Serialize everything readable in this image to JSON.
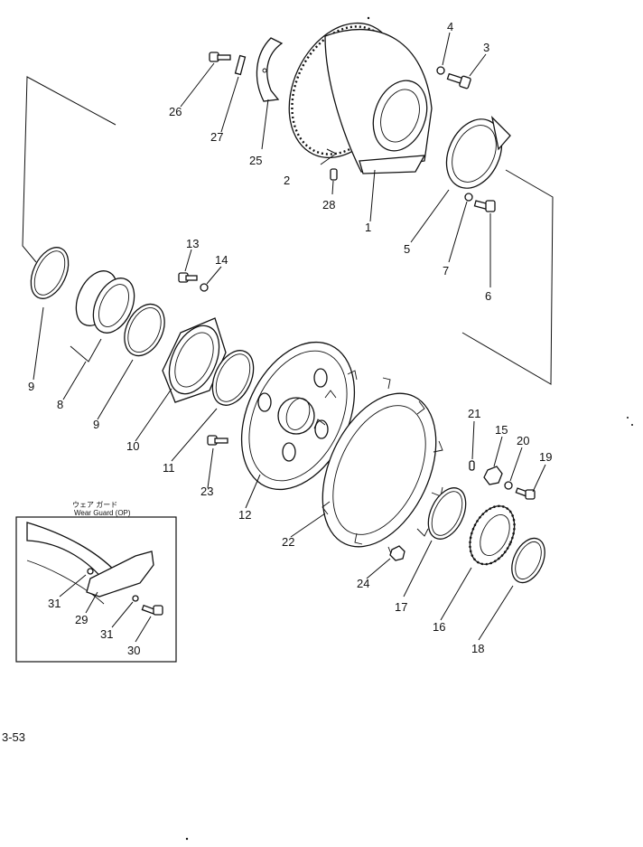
{
  "labels": {
    "p1": "1",
    "p2": "2",
    "p3": "3",
    "p4": "4",
    "p5": "5",
    "p6": "6",
    "p7": "7",
    "p8": "8",
    "p9a": "9",
    "p9b": "9",
    "p10": "10",
    "p11": "11",
    "p12": "12",
    "p13": "13",
    "p14": "14",
    "p15": "15",
    "p16": "16",
    "p17": "17",
    "p18": "18",
    "p19": "19",
    "p20": "20",
    "p21": "21",
    "p22": "22",
    "p23": "23",
    "p24": "24",
    "p25": "25",
    "p26": "26",
    "p27": "27",
    "p28": "28",
    "p29": "29",
    "p30": "30",
    "p31a": "31",
    "p31b": "31"
  },
  "inset": {
    "title_jp": "ウェア ガード",
    "title_en": "Wear Guard (OP)"
  },
  "page_number": "3-53"
}
